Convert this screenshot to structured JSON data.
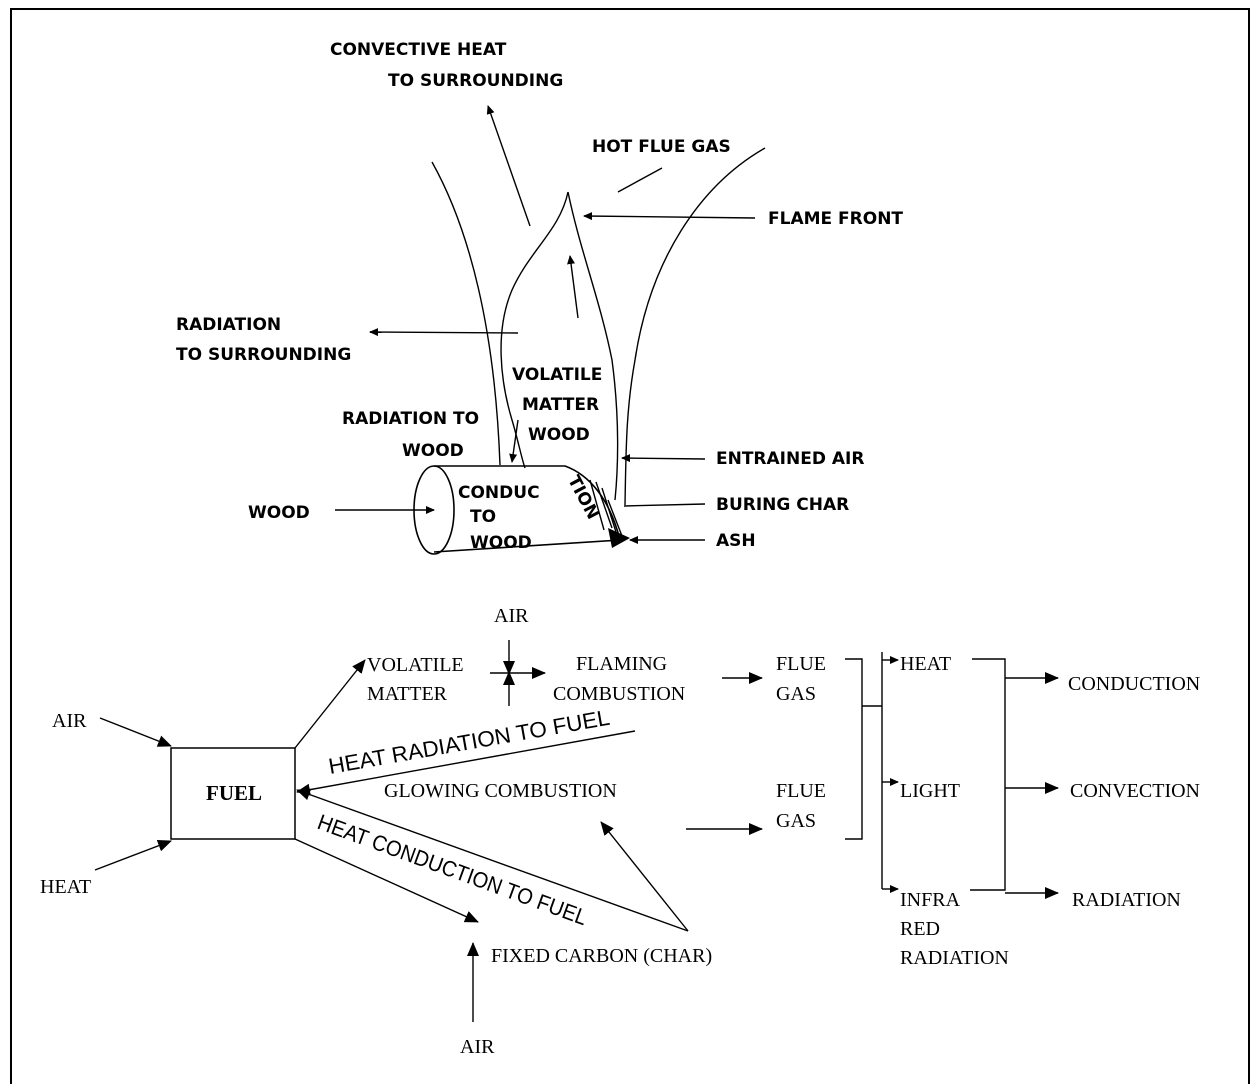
{
  "top_labels": {
    "convective_1": "CONVECTIVE HEAT",
    "convective_2": "TO SURROUNDING",
    "hot_flue_gas": "HOT FLUE GAS",
    "flame_front": "FLAME FRONT",
    "radiation_1": "RADIATION",
    "radiation_2": "TO SURROUNDING",
    "volatile_1": "VOLATILE",
    "volatile_2": "MATTER",
    "volatile_3": "WOOD",
    "rad_wood_1": "RADIATION TO",
    "rad_wood_2": "WOOD",
    "entrained_air": "ENTRAINED AIR",
    "conduc": "CONDUC",
    "tion": "TION",
    "to": "TO",
    "wood_inner": "WOOD",
    "wood": "WOOD",
    "buring_char": "BURING CHAR",
    "ash": "ASH"
  },
  "flow": {
    "air_top": "AIR",
    "volatile_1": "VOLATILE",
    "volatile_2": "MATTER",
    "flaming_1": "FLAMING",
    "flaming_2": "COMBUSTION",
    "flue_1a": "FLUE",
    "flue_1b": "GAS",
    "heat": "HEAT",
    "conduction": "CONDUCTION",
    "air_left": "AIR",
    "heat_radiation_to_fuel": "HEAT RADIATION TO FUEL",
    "fuel": "FUEL",
    "glowing": "GLOWING COMBUSTION",
    "flue_2a": "FLUE",
    "flue_2b": "GAS",
    "light": "LIGHT",
    "convection": "CONVECTION",
    "heat_left": "HEAT",
    "heat_conduction_to_fuel": "HEAT CONDUCTION TO FUEL",
    "infra_1": "INFRA",
    "infra_2": "RED",
    "infra_3": "RADIATION",
    "radiation": "RADIATION",
    "fixed_carbon": "FIXED CARBON  (CHAR)",
    "air_bottom": "AIR"
  }
}
